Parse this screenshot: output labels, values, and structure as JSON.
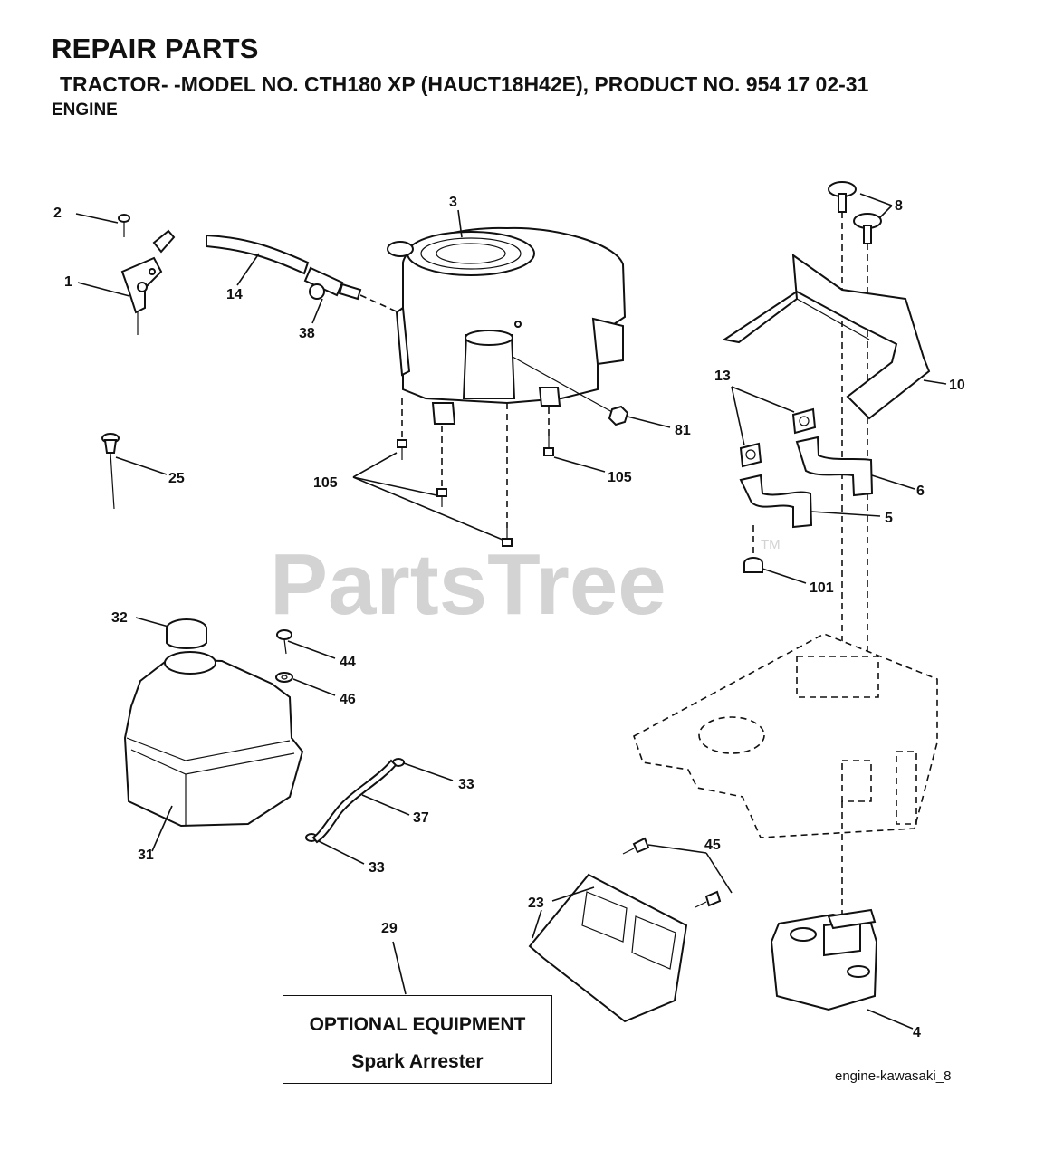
{
  "header": {
    "title": "REPAIR PARTS",
    "subtitle": "TRACTOR- -MODEL NO. CTH180 XP (HAUCT18H42E), PRODUCT NO. 954 17 02-31",
    "section": "ENGINE"
  },
  "watermark": {
    "text": "PartsTree",
    "mark": "TM"
  },
  "callouts": {
    "c1": "1",
    "c2": "2",
    "c3": "3",
    "c4": "4",
    "c5": "5",
    "c6": "6",
    "c8": "8",
    "c10": "10",
    "c13": "13",
    "c14": "14",
    "c23": "23",
    "c25": "25",
    "c29": "29",
    "c31": "31",
    "c32": "32",
    "c33a": "33",
    "c33b": "33",
    "c37": "37",
    "c38": "38",
    "c44": "44",
    "c45": "45",
    "c46": "46",
    "c81": "81",
    "c101": "101",
    "c105a": "105",
    "c105b": "105"
  },
  "optional": {
    "title": "OPTIONAL EQUIPMENT",
    "subtitle": "Spark Arrester"
  },
  "reference": "engine-kawasaki_8"
}
